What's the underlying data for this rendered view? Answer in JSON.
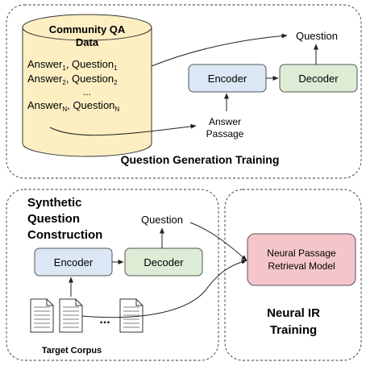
{
  "qa_data": {
    "title_line1": "Community QA",
    "title_line2": "Data",
    "rows": [
      {
        "answer": "Answer",
        "answer_sub": "1",
        "question": "Question",
        "question_sub": "1"
      },
      {
        "answer": "Answer",
        "answer_sub": "2",
        "question": "Question",
        "question_sub": "2"
      },
      {
        "answer": "Answer",
        "answer_sub": "N",
        "question": "Question",
        "question_sub": "N"
      }
    ],
    "ellipsis": "..."
  },
  "qg_training": {
    "title": "Question Generation Training",
    "encoder": "Encoder",
    "decoder": "Decoder",
    "question": "Question",
    "answer_passage_line1": "Answer",
    "answer_passage_line2": "Passage"
  },
  "synthetic": {
    "title_line1": "Synthetic",
    "title_line2": "Question",
    "title_line3": "Construction",
    "encoder": "Encoder",
    "decoder": "Decoder",
    "question": "Question",
    "ellipsis": "...",
    "corpus_label": "Target Corpus"
  },
  "neural_ir": {
    "model_line1": "Neural Passage",
    "model_line2": "Retrieval Model",
    "title_line1": "Neural IR",
    "title_line2": "Training"
  },
  "colors": {
    "cylinder_fill": "#fdefc2",
    "encoder_fill": "#dbe7f5",
    "decoder_fill": "#dcecd5",
    "model_fill": "#f4c6cb"
  }
}
